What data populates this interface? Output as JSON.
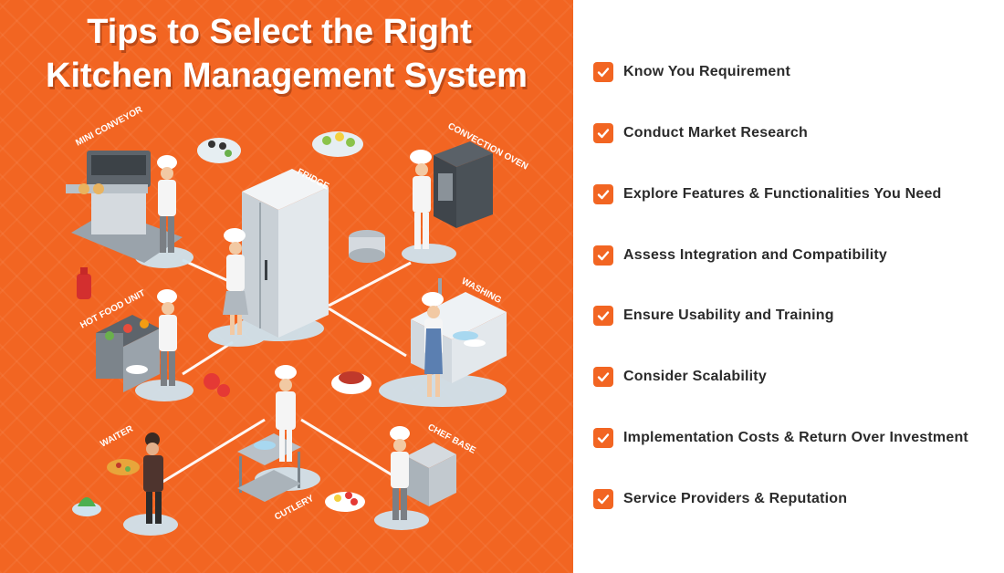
{
  "title": {
    "line1": "Tips to Select the Right",
    "line2": "Kitchen Management System"
  },
  "illustration": {
    "labels": {
      "mini_conveyor": "MINI CONVEYOR",
      "fridge": "FRIDGE",
      "convection_oven": "CONVECTION OVEN",
      "hot_food_unit": "HOT FOOD UNIT",
      "washing": "WASHING",
      "waiter": "WAITER",
      "cutlery": "CUTLERY",
      "chef_base": "CHEF BASE"
    }
  },
  "tips": {
    "icon": "checkmark-icon",
    "items": [
      {
        "label": "Know You Requirement"
      },
      {
        "label": "Conduct Market Research"
      },
      {
        "label": "Explore Features & Functionalities You Need"
      },
      {
        "label": "Assess Integration and Compatibility"
      },
      {
        "label": "Ensure Usability and Training"
      },
      {
        "label": "Consider Scalability"
      },
      {
        "label": "Implementation Costs & Return Over Investment"
      },
      {
        "label": "Service Providers & Reputation"
      }
    ]
  },
  "colors": {
    "accent": "#f26522",
    "text": "#2b2b2b",
    "background": "#ffffff"
  }
}
